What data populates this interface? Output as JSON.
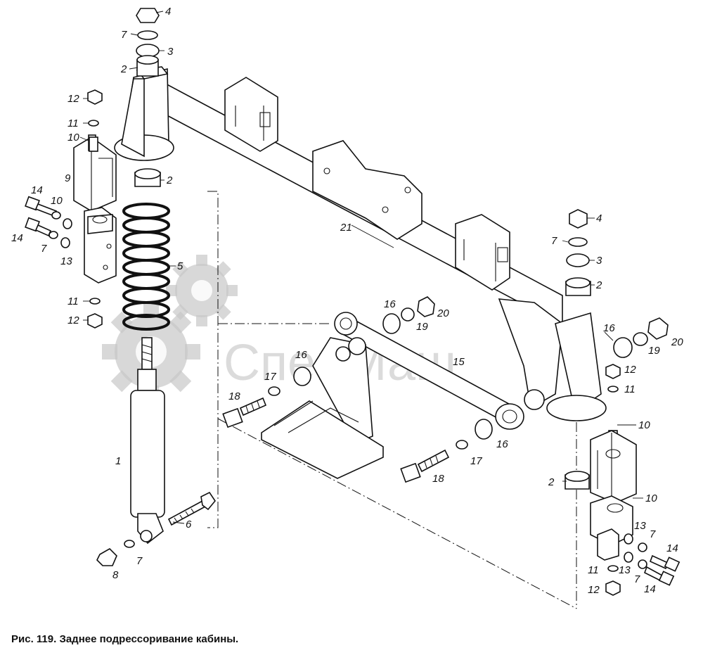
{
  "caption": "Рис. 119. Заднее подрессоривание кабины.",
  "watermark": {
    "text": "СпецМаш",
    "color": "#bdbdbd"
  },
  "labels": [
    "4",
    "7",
    "3",
    "2",
    "12",
    "11",
    "10",
    "9",
    "2",
    "14",
    "10",
    "14",
    "7",
    "13",
    "5",
    "11",
    "12",
    "1",
    "6",
    "8",
    "7",
    "21",
    "4",
    "7",
    "3",
    "2",
    "16",
    "20",
    "19",
    "16",
    "15",
    "17",
    "18",
    "16",
    "17",
    "18",
    "16",
    "19",
    "20",
    "12",
    "11",
    "10",
    "2",
    "10",
    "13",
    "7",
    "14",
    "11",
    "13",
    "7",
    "12",
    "14"
  ]
}
